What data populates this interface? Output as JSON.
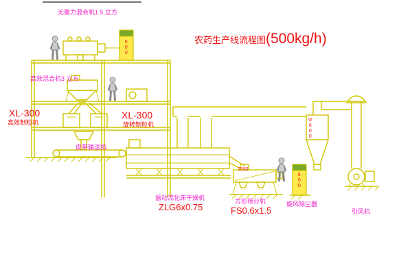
{
  "title": {
    "name": "农药生产线流程图",
    "capacity": "(500kg/h)"
  },
  "labels": {
    "mixer_top": "无重力混合机1.5 立方",
    "mixer_second": "高效混合机3 立方",
    "granulator_left_model": "XL-300",
    "granulator_left_name": "高效制粒机",
    "granulator_center_model": "XL-300",
    "granulator_center_name": "旋转制粒机",
    "belt_conveyor": "皮带输送机",
    "dryer_name": "振动流化床干燥机",
    "dryer_model": "ZLG6x0.75",
    "sieve_name": "方形筛分机",
    "sieve_model": "FS0.6x1.5",
    "sieve_dim": "1500",
    "cyclone_name": "旋风除尘器",
    "fan_name": "引风机",
    "elevator_top_size": "600",
    "elevator_right_size": "600",
    "cyclone_size": "Φ600"
  },
  "colors": {
    "line": "#cfc500",
    "boxfill": "#ffe94d",
    "capfill": "#7aa82a",
    "red": "#f01010",
    "magenta": "#f020c8",
    "figure": "#cccccc",
    "figstroke": "#8a8a8a",
    "black": "#222222"
  }
}
